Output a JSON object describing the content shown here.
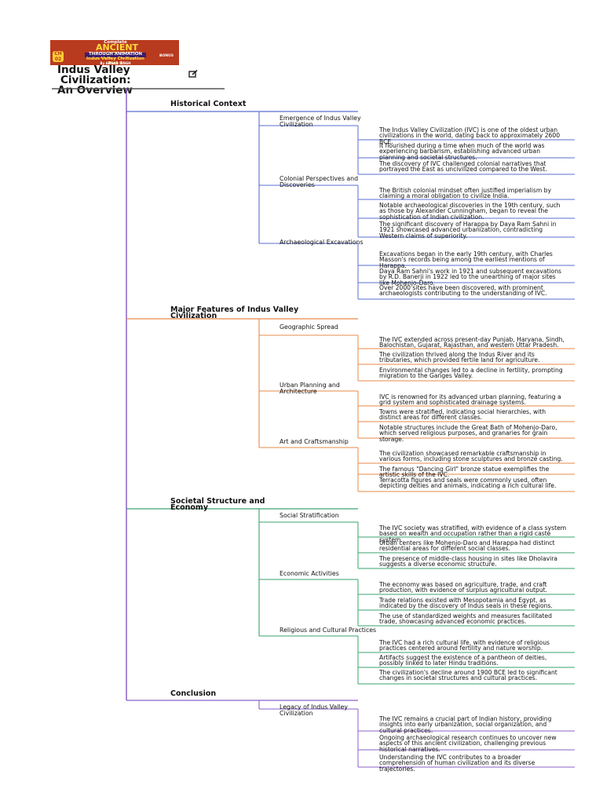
{
  "colors": {
    "root": "#8a62c9",
    "historical": "#5a6fd0",
    "major": "#e8884a",
    "societal": "#3aa36d",
    "conclusion": "#8a62c9"
  },
  "thumbnail": {
    "line1": "Complete",
    "line2": "ANCIENT HISTORY",
    "line3": "THROUGH ANIMATION",
    "line4": "Indus Valley Civilization Part 1",
    "line5": "By ANGAD SINGH",
    "badge": "CH 02",
    "corner": "BONUS"
  },
  "title": {
    "line1": "Indus Valley",
    "line2": "Civilization:",
    "line3": "An Overview"
  },
  "sections": [
    {
      "title": "Historical Context",
      "subs": [
        {
          "title": "Emergence of Indus Valley Civilization",
          "leaves": [
            "The Indus Valley Civilization (IVC) is one of the oldest urban civilizations in the world, dating back to approximately 2600 BCE.",
            "It flourished during a time when much of the world was experiencing barbarism, establishing advanced urban planning and societal structures.",
            "The discovery of IVC challenged colonial narratives that portrayed the East as uncivilized compared to the West."
          ]
        },
        {
          "title": "Colonial Perspectives and Discoveries",
          "leaves": [
            "The British colonial mindset often justified imperialism by claiming a moral obligation to civilize India.",
            "Notable archaeological discoveries in the 19th century, such as those by Alexander Cunningham, began to reveal the sophistication of Indian civilization.",
            "The significant discovery of Harappa by Daya Ram Sahni in 1921 showcased advanced urbanization, contradicting Western claims of superiority."
          ]
        },
        {
          "title": "Archaeological Excavations",
          "leaves": [
            "Excavations began in the early 19th century, with Charles Masson's records being among the earliest mentions of Harappa.",
            "Daya Ram Sahni's work in 1921 and subsequent excavations by R.D. Banerji in 1922 led to the unearthing of major sites like Mohenjo-Daro.",
            "Over 2000 sites have been discovered, with prominent archaeologists contributing to the understanding of IVC."
          ]
        }
      ]
    },
    {
      "title": "Major Features of Indus Valley Civilization",
      "subs": [
        {
          "title": "Geographic Spread",
          "leaves": [
            "The IVC extended across present-day Punjab, Haryana, Sindh, Balochistan, Gujarat, Rajasthan, and western Uttar Pradesh.",
            "The civilization thrived along the Indus River and its tributaries, which provided fertile land for agriculture.",
            "Environmental changes led to a decline in fertility, prompting migration to the Ganges Valley."
          ]
        },
        {
          "title": "Urban Planning and Architecture",
          "leaves": [
            "IVC is renowned for its advanced urban planning, featuring a grid system and sophisticated drainage systems.",
            "Towns were stratified, indicating social hierarchies, with distinct areas for different classes.",
            "Notable structures include the Great Bath of Mohenjo-Daro, which served religious purposes, and granaries for grain storage."
          ]
        },
        {
          "title": "Art and Craftsmanship",
          "leaves": [
            "The civilization showcased remarkable craftsmanship in various forms, including stone sculptures and bronze casting.",
            "The famous \"Dancing Girl\" bronze statue exemplifies the artistic skills of the IVC.",
            "Terracotta figures and seals were commonly used, often depicting deities and animals, indicating a rich cultural life."
          ]
        }
      ]
    },
    {
      "title": "Societal Structure and Economy",
      "subs": [
        {
          "title": "Social Stratification",
          "leaves": [
            "The IVC society was stratified, with evidence of a class system based on wealth and occupation rather than a rigid caste system.",
            "Urban centers like Mohenjo-Daro and Harappa had distinct residential areas for different social classes.",
            "The presence of middle-class housing in sites like Dholavira suggests a diverse economic structure."
          ]
        },
        {
          "title": "Economic Activities",
          "leaves": [
            "The economy was based on agriculture, trade, and craft production, with evidence of surplus agricultural output.",
            "Trade relations existed with Mesopotamia and Egypt, as indicated by the discovery of Indus seals in these regions.",
            "The use of standardized weights and measures facilitated trade, showcasing advanced economic practices."
          ]
        },
        {
          "title": "Religious and Cultural Practices",
          "leaves": [
            "The IVC had a rich cultural life, with evidence of religious practices centered around fertility and nature worship.",
            "Artifacts suggest the existence of a pantheon of deities, possibly linked to later Hindu traditions.",
            "The civilization's decline around 1900 BCE led to significant changes in societal structures and cultural practices."
          ]
        }
      ]
    },
    {
      "title": "Conclusion",
      "subs": [
        {
          "title": "Legacy of Indus Valley Civilization",
          "leaves": [
            "The IVC remains a crucial part of Indian history, providing insights into early urbanization, social organization, and cultural practices.",
            "Ongoing archaeological research continues to uncover new aspects of this ancient civilization, challenging previous historical narratives.",
            "Understanding the IVC contributes to a broader comprehension of human civilization and its diverse trajectories."
          ]
        }
      ]
    }
  ]
}
